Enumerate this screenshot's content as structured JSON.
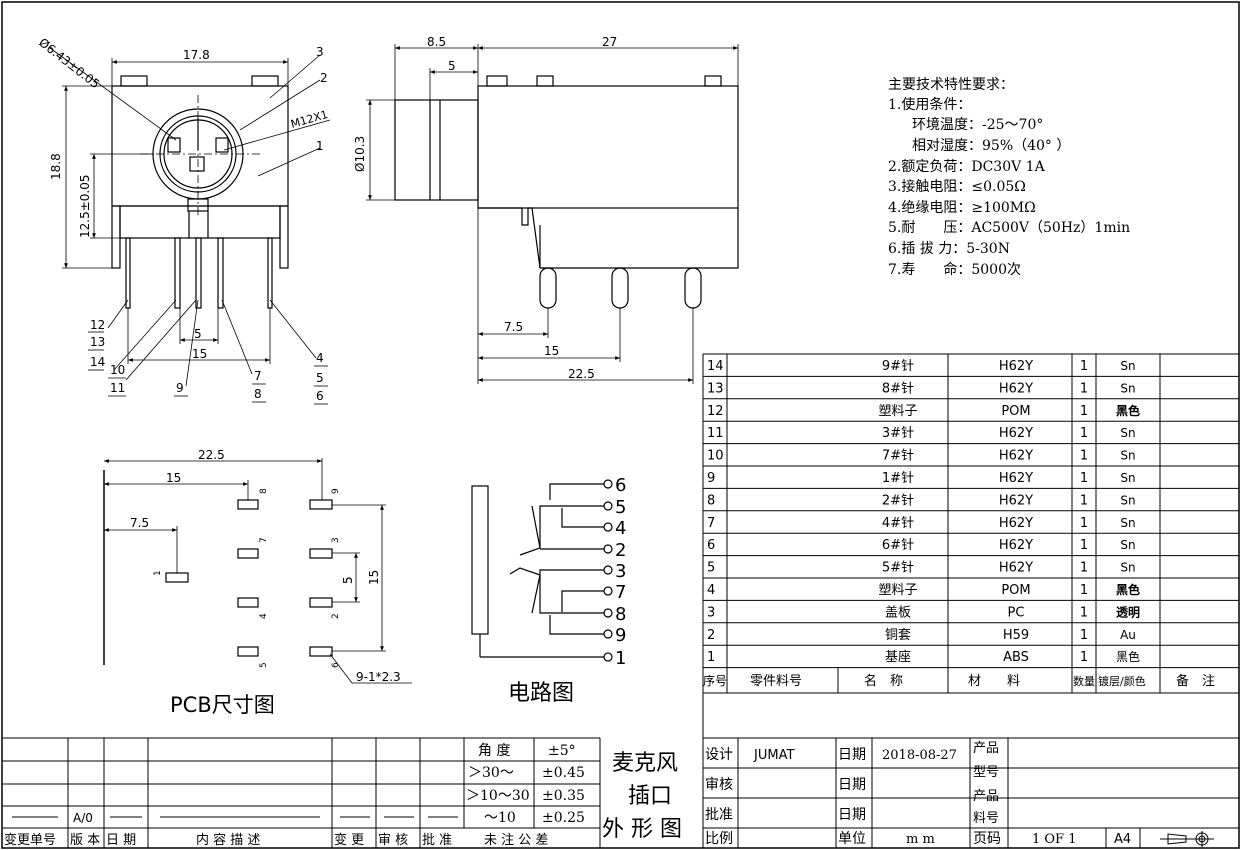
{
  "dims": {
    "front_width": "17.8",
    "front_height": "18.8",
    "front_center": "12.5±0.05",
    "hole_dia": "Ø6.43±0.05",
    "thread": "M12X1",
    "pin_pitch": "5",
    "pin_span": "15",
    "side_depth_a": "8.5",
    "side_depth_b": "5",
    "side_length": "27",
    "side_dia": "Ø10.3",
    "side_pin_a": "7.5",
    "side_pin_b": "15",
    "side_pin_c": "22.5",
    "pcb_w": "22.5",
    "pcb_15": "15",
    "pcb_75": "7.5",
    "pcb_v5": "5",
    "pcb_v15": "15",
    "pcb_holes": "9-1*2.3"
  },
  "callouts": {
    "c3": "3",
    "c2": "2",
    "c1": "1",
    "c12": "12",
    "c13": "13",
    "c14": "14",
    "c10": "10",
    "c11": "11",
    "c9": "9",
    "c7": "7",
    "c8": "8",
    "c4": "4",
    "c5": "5",
    "c6": "6"
  },
  "pcb_pins": [
    "8",
    "9",
    "7",
    "3",
    "1",
    "4",
    "2",
    "5",
    "6"
  ],
  "circuit_pins": [
    "6",
    "5",
    "4",
    "2",
    "3",
    "7",
    "8",
    "9",
    "1"
  ],
  "labels": {
    "pcb_title": "PCB尺寸图",
    "circuit_title": "电路图"
  },
  "specs": {
    "title": "主要技术特性要求：",
    "l1": "1.使用条件：",
    "l1a": "环境温度：-25～70°",
    "l1b": "相对湿度：95%（40° ）",
    "l2": "2.额定负荷：DC30V 1A",
    "l3": "3.接触电阻：≤0.05Ω",
    "l4": "4.绝缘电阻：≥100MΩ",
    "l5": "5.耐　　压：AC500V（50Hz）1min",
    "l6": "6.插 拔 力：5-30N",
    "l7": "7.寿　　命：5000次"
  },
  "bom": {
    "rows": [
      {
        "no": "14",
        "name": "9#针",
        "mat": "H62Y",
        "qty": "1",
        "finish": "Sn"
      },
      {
        "no": "13",
        "name": "8#针",
        "mat": "H62Y",
        "qty": "1",
        "finish": "Sn"
      },
      {
        "no": "12",
        "name": "塑料子",
        "mat": "POM",
        "qty": "1",
        "finish": "黑色"
      },
      {
        "no": "11",
        "name": "3#针",
        "mat": "H62Y",
        "qty": "1",
        "finish": "Sn"
      },
      {
        "no": "10",
        "name": "7#针",
        "mat": "H62Y",
        "qty": "1",
        "finish": "Sn"
      },
      {
        "no": "9",
        "name": "1#针",
        "mat": "H62Y",
        "qty": "1",
        "finish": "Sn"
      },
      {
        "no": "8",
        "name": "2#针",
        "mat": "H62Y",
        "qty": "1",
        "finish": "Sn"
      },
      {
        "no": "7",
        "name": "4#针",
        "mat": "H62Y",
        "qty": "1",
        "finish": "Sn"
      },
      {
        "no": "6",
        "name": "6#针",
        "mat": "H62Y",
        "qty": "1",
        "finish": "Sn"
      },
      {
        "no": "5",
        "name": "5#针",
        "mat": "H62Y",
        "qty": "1",
        "finish": "Sn"
      },
      {
        "no": "4",
        "name": "塑料子",
        "mat": "POM",
        "qty": "1",
        "finish": "黑色"
      },
      {
        "no": "3",
        "name": "盖板",
        "mat": "PC",
        "qty": "1",
        "finish": "透明"
      },
      {
        "no": "2",
        "name": "铜套",
        "mat": "H59",
        "qty": "1",
        "finish": "Au"
      },
      {
        "no": "1",
        "name": "基座",
        "mat": "ABS",
        "qty": "1",
        "finish": "黑色"
      }
    ],
    "header": {
      "no": "序号",
      "part": "零件料号",
      "name": "名　称",
      "mat": "材　　料",
      "qty": "数量",
      "finish": "镀层/颜色",
      "remark": "备　注"
    }
  },
  "title_block": {
    "rev": "A/0",
    "h_change_no": "变更单号",
    "h_ver": "版 本",
    "h_date": "日 期",
    "h_desc": "内 容 描 述",
    "h_change": "变 更",
    "h_review": "审 核",
    "h_approve": "批 准",
    "h_tol": "未 注 公 差",
    "tol_angle_k": "角 度",
    "tol_angle_v": "±5°",
    "tol1_k": "＞30～",
    "tol1_v": "±0.45",
    "tol2_k": "＞10～30",
    "tol2_v": "±0.35",
    "tol3_k": "～10",
    "tol3_v": "±0.25",
    "part_l1": "麦克风",
    "part_l2": "插口",
    "part_l3": "外 形 图",
    "design_k": "设计",
    "design_v": "JUMAT",
    "date_k": "日期",
    "date_v": "2018-08-27",
    "review_k": "审核",
    "review_date_k": "日期",
    "approve_k": "批准",
    "approve_date_k": "日期",
    "scale_k": "比例",
    "unit_k": "单位",
    "unit_v": "m m",
    "page_k": "页码",
    "page_v": "1 OF 1",
    "size_v": "A4",
    "model_k1": "产品",
    "model_k2": "型号",
    "partno_k1": "产品",
    "partno_k2": "料号"
  }
}
